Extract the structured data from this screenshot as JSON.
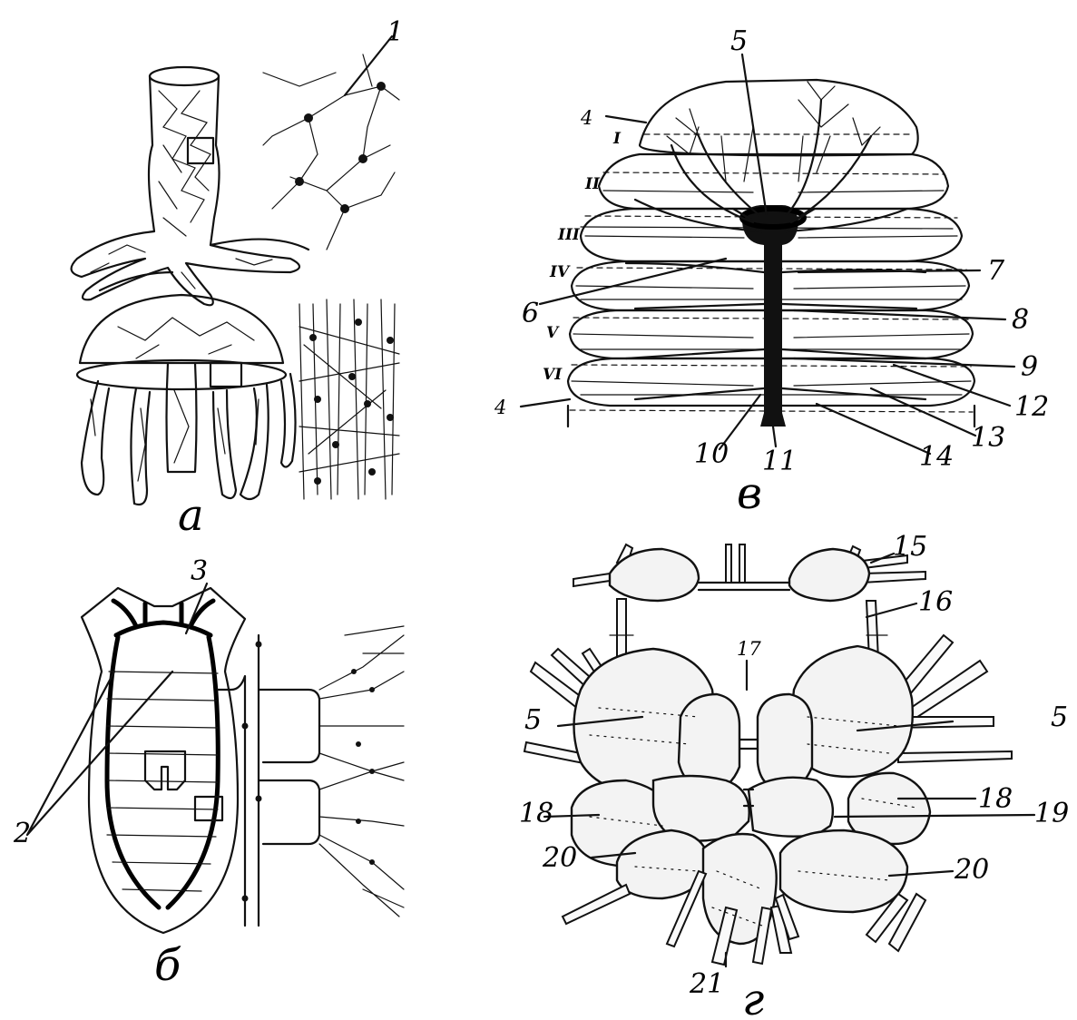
{
  "panels": {
    "a": {
      "caption": "a"
    },
    "b": {
      "caption": "б"
    },
    "v": {
      "caption": "в"
    },
    "g": {
      "caption": "г"
    }
  },
  "labels": {
    "n1": "1",
    "n2": "2",
    "n3": "3",
    "n4a": "4",
    "n4b": "4",
    "n5v": "5",
    "n5ga": "5",
    "n5gb": "5",
    "n6": "6",
    "n7": "7",
    "n8": "8",
    "n9": "9",
    "n10": "10",
    "n11": "11",
    "n12": "12",
    "n13": "13",
    "n14": "14",
    "n15": "15",
    "n16": "16",
    "n17": "17",
    "n18a": "18",
    "n18b": "18",
    "n19": "19",
    "n20a": "20",
    "n20b": "20",
    "n21": "21"
  },
  "segments": [
    "I",
    "II",
    "III",
    "IV",
    "V",
    "VI"
  ]
}
